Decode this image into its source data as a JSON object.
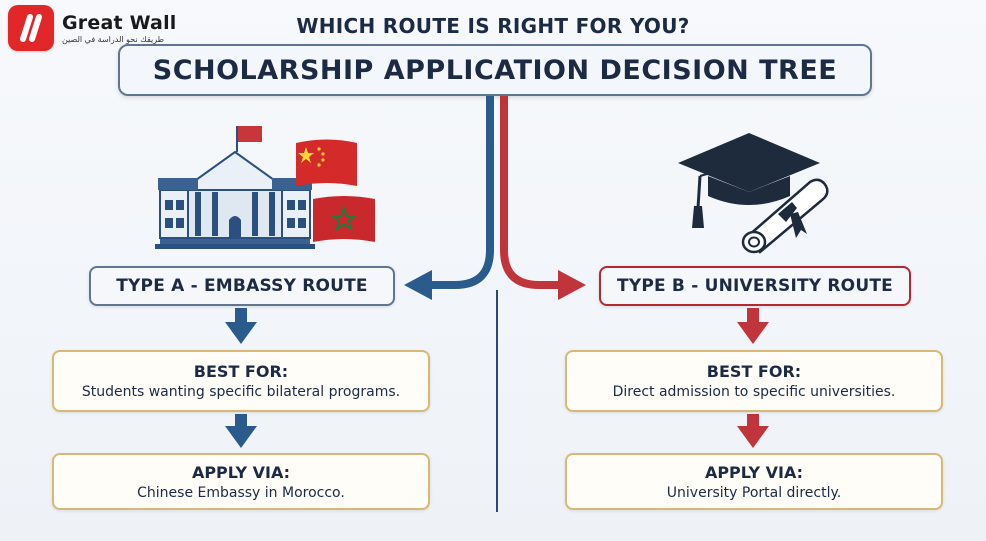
{
  "logo": {
    "name": "Great Wall",
    "tagline": "طريقك نحو الدراسة في الصين"
  },
  "header": {
    "subtitle": "WHICH ROUTE IS RIGHT FOR YOU?",
    "title": "SCHOLARSHIP APPLICATION DECISION TREE"
  },
  "route_a": {
    "label": "TYPE A - EMBASSY ROUTE",
    "best_for_heading": "BEST FOR:",
    "best_for_text": "Students wanting specific bilateral programs.",
    "apply_heading": "APPLY VIA:",
    "apply_text": "Chinese Embassy in Morocco.",
    "icon": "embassy-building-icon"
  },
  "route_b": {
    "label": "TYPE B - UNIVERSITY ROUTE",
    "best_for_heading": "BEST FOR:",
    "best_for_text": "Direct admission to specific universities.",
    "apply_heading": "APPLY VIA:",
    "apply_text": "University Portal directly.",
    "icon": "graduation-cap-icon"
  },
  "colors": {
    "route_a_accent": "#2b5a8c",
    "route_b_accent": "#c0353c",
    "navy_text": "#1d2a44",
    "gold_border": "#d8b877",
    "logo_red": "#e12727"
  }
}
